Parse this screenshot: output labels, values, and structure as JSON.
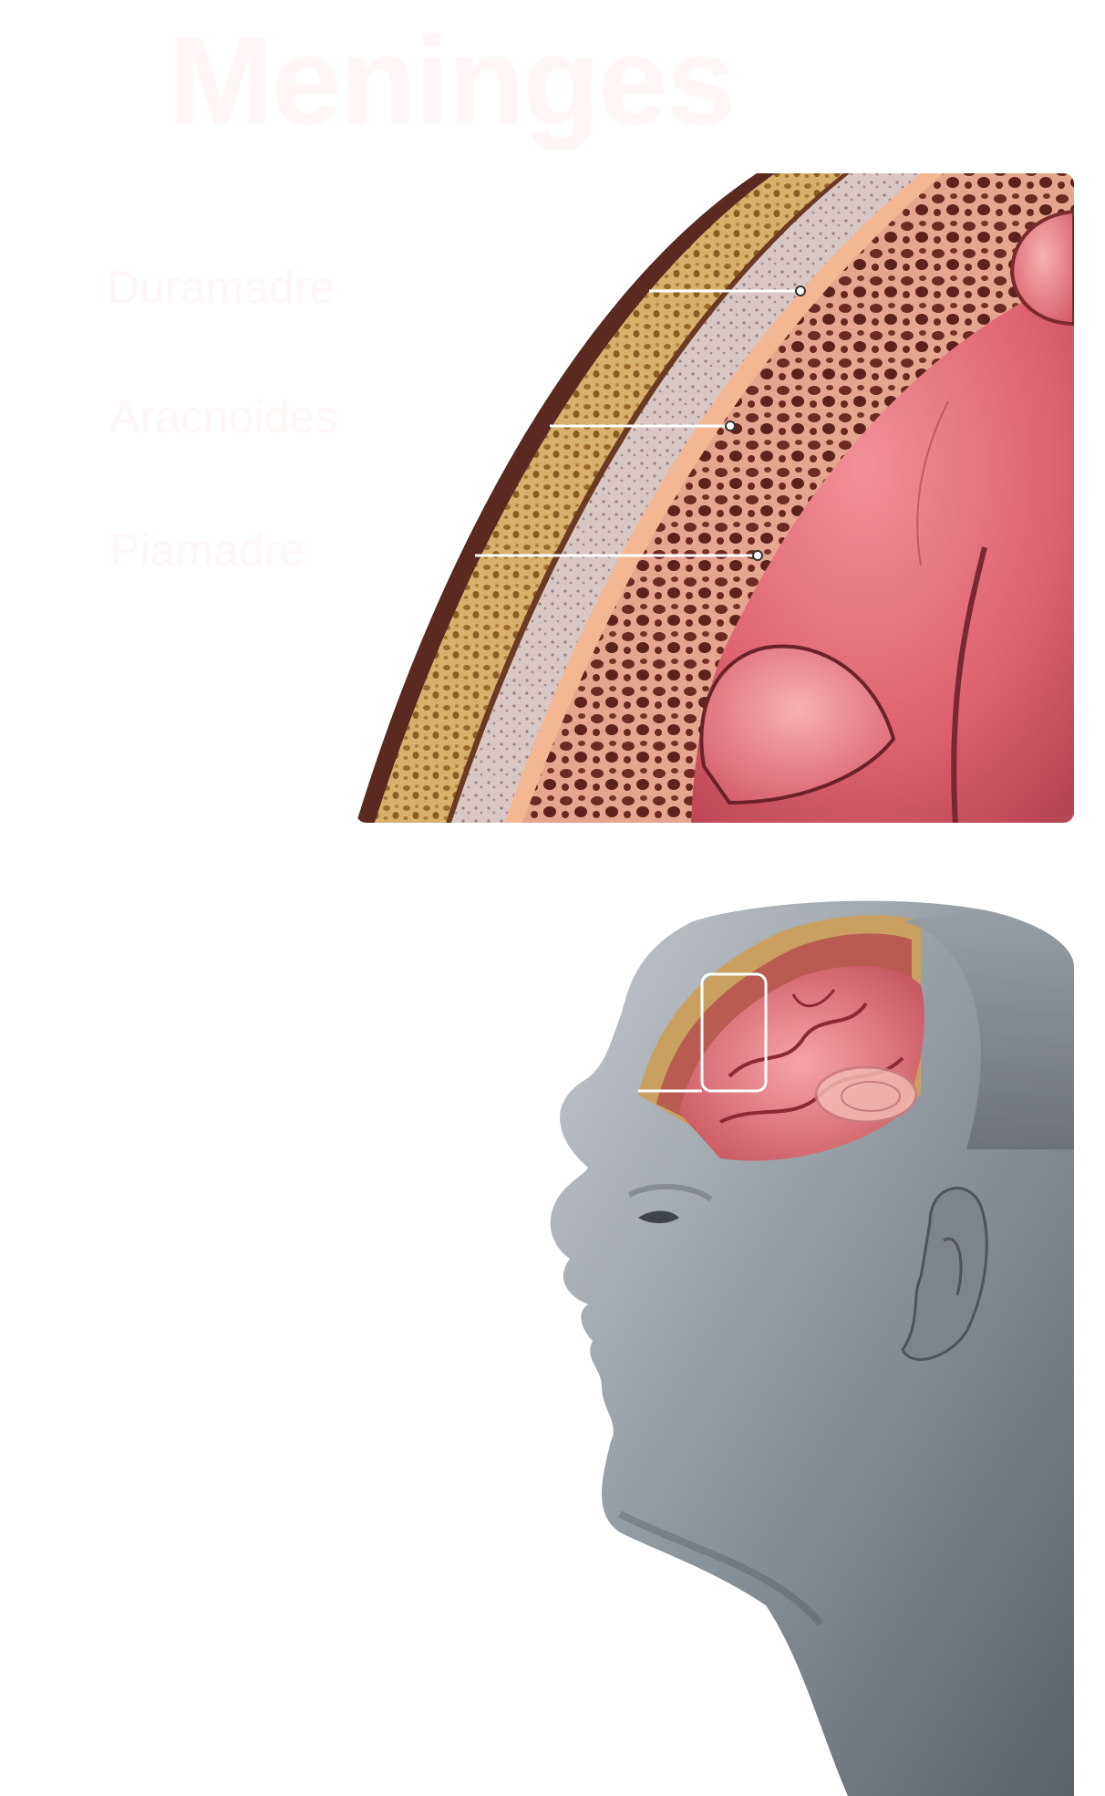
{
  "title": "Meninges",
  "labels": {
    "duramadre": "Duramadre",
    "aracnoides": "Aracnoides",
    "piamadre": "Piamadre"
  },
  "colors": {
    "text": "#fff6f6",
    "bone": "#c9a060",
    "dura": "#cdb8b4",
    "arachnoid_band": "#f3b58f",
    "subarachnoid": "#8a3a2c",
    "brain": "#e36d74",
    "skin": "#8a9198",
    "leader_line": "#ffffff"
  }
}
